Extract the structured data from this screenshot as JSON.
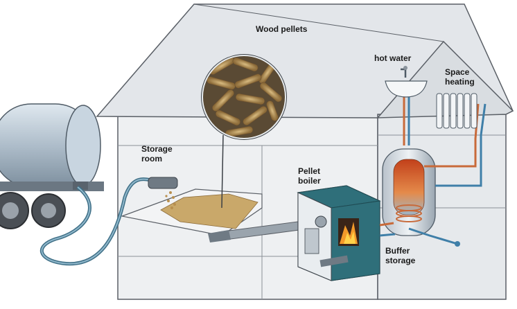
{
  "labels": {
    "wood_pellets": "Wood pellets",
    "hot_water": "hot water",
    "space_heating": "Space\nheating",
    "storage_room": "Storage\nroom",
    "pellet_boiler": "Pellet\nboiler",
    "buffer_storage": "Buffer\nstorage"
  },
  "colors": {
    "house_wall": "#eef0f2",
    "roof": "#e3e6ea",
    "outline": "#5a5f66",
    "pellet": "#c9a86a",
    "boiler_teal": "#2f6f7a",
    "hot_pipe": "#c86a3a",
    "cold_pipe": "#3f7fa8",
    "tanker": "#b7c6d3"
  }
}
